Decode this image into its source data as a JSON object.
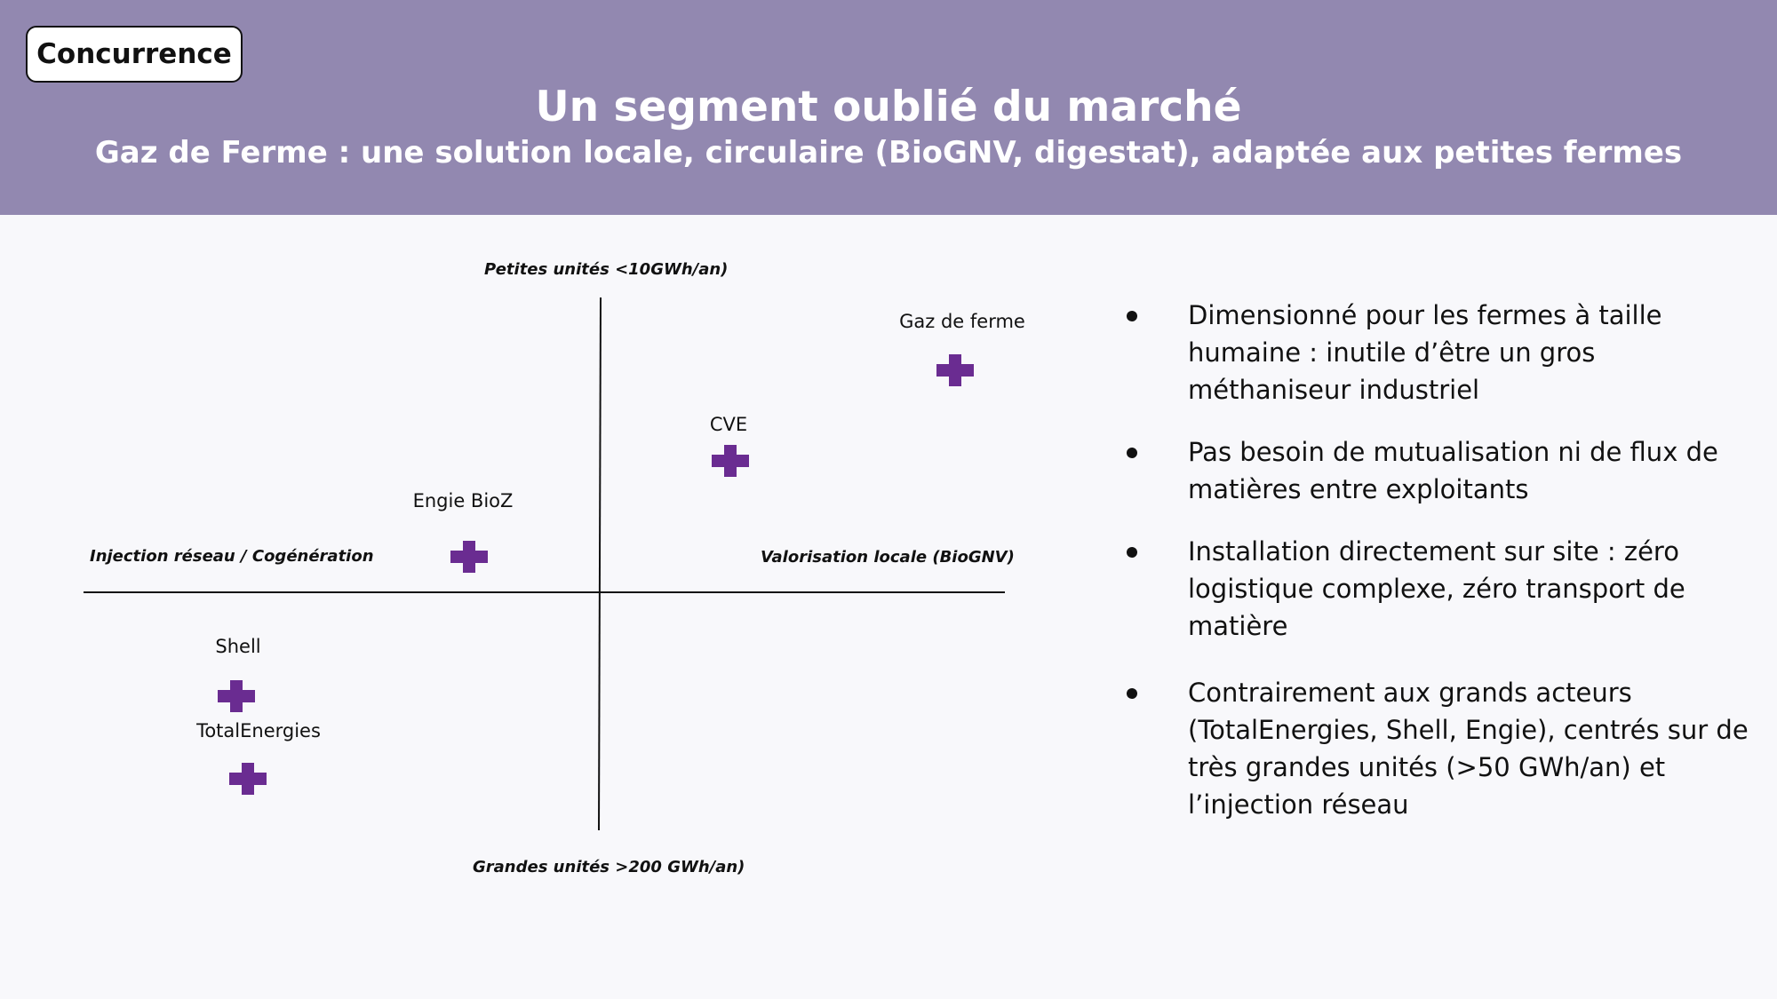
{
  "header": {
    "badge": "Concurrence",
    "title": "Un segment oublié du marché",
    "subtitle": "Gaz de Ferme : une solution locale, circulaire (BioGNV, digestat), adaptée aux petites fermes"
  },
  "matrix": {
    "axis_top": "Petites unités <10GWh/an)",
    "axis_bottom": "Grandes unités >200 GWh/an)",
    "axis_left": "Injection réseau / Cogénération",
    "axis_right": "Valorisation locale (BioGNV)",
    "marker_color": "#6a2c91",
    "marker_icon": "plus-marker",
    "points": [
      {
        "label": "Gaz de ferme"
      },
      {
        "label": "CVE"
      },
      {
        "label": "Engie BioZ"
      },
      {
        "label": "Shell"
      },
      {
        "label": "TotalEnergies"
      }
    ]
  },
  "bullets": [
    "Dimensionné pour les fermes à taille humaine : inutile d’être un gros méthaniseur industriel",
    "Pas besoin de mutualisation ni de flux de matières entre exploitants",
    "Installation directement sur site : zéro logistique complexe, zéro transport de matière",
    "Contrairement aux grands acteurs (TotalEnergies, Shell, Engie), centrés sur de très grandes unités (>50 GWh/an) et l’injection réseau"
  ]
}
